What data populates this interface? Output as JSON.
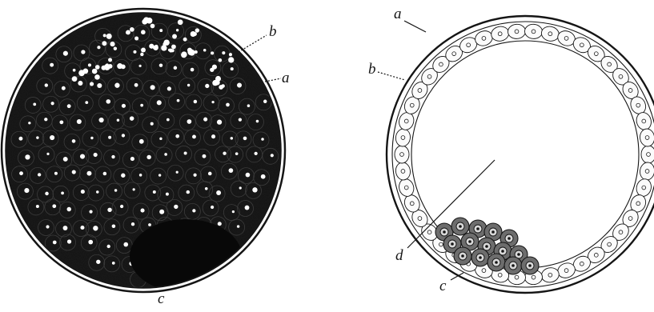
{
  "figure": {
    "left_panel": {
      "labels": {
        "a": "a",
        "b": "b",
        "c": "c"
      }
    },
    "right_panel": {
      "labels": {
        "a": "a",
        "b": "b",
        "c": "c",
        "d": "d"
      }
    }
  },
  "colors": {
    "ink": "#151515",
    "yolk_mass": "#1d1d1d",
    "highlight": "#ffffff"
  }
}
